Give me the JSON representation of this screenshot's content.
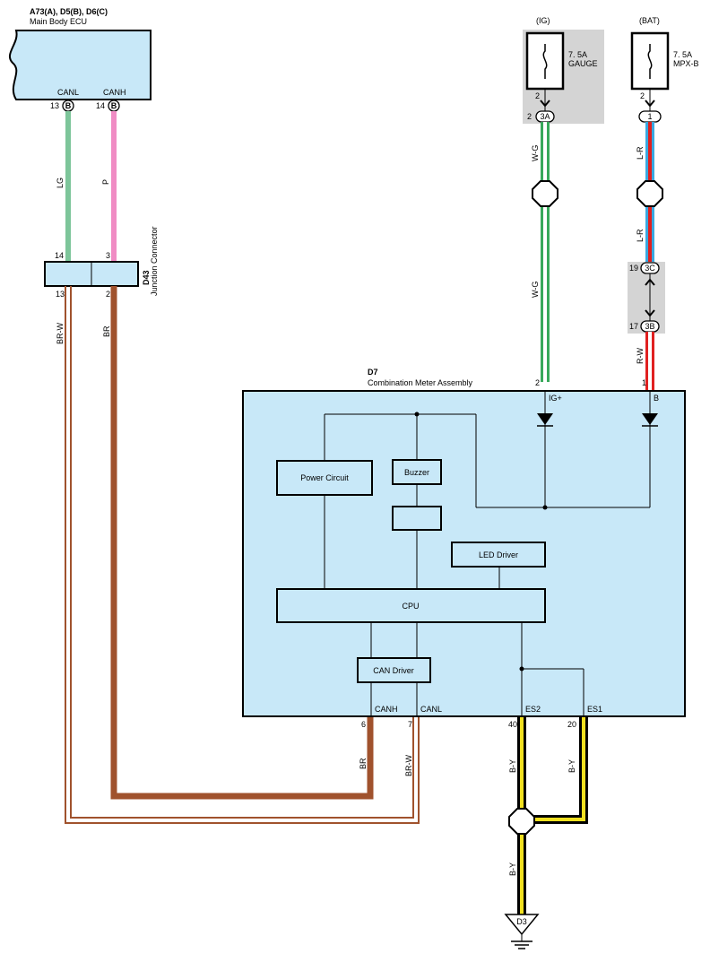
{
  "ecu": {
    "codes": "A73(A), D5(B), D6(C)",
    "name": "Main Body ECU",
    "pins": [
      {
        "name": "CANL",
        "num": "13",
        "conn": "B"
      },
      {
        "name": "CANH",
        "num": "14",
        "conn": "B"
      }
    ]
  },
  "junction": {
    "code": "D43",
    "name": "Junction Connector",
    "pin_in_left": "14",
    "pin_in_right": "3",
    "pin_out_left": "13",
    "pin_out_right": "2"
  },
  "fuses": {
    "ig": {
      "source": "(IG)",
      "rating": "7. 5A",
      "name": "GAUGE",
      "pin": "2",
      "conn_num": "2",
      "conn": "3A"
    },
    "bat": {
      "source": "(BAT)",
      "rating": "7. 5A",
      "name": "MPX-B",
      "pin": "2",
      "conn": "1"
    }
  },
  "wires": {
    "lg": "LG",
    "p": "P",
    "brw_left": "BR-W",
    "br_left": "BR",
    "wg_top": "W-G",
    "wg_bottom": "W-G",
    "lr_top": "L-R",
    "lr_bottom": "L-R",
    "rw": "R-W",
    "br_bottom": "BR",
    "brw_bottom": "BR-W",
    "by_left": "B-Y",
    "by_right": "B-Y",
    "by_bottom": "B-Y"
  },
  "bat_connectors": [
    {
      "num": "19",
      "conn": "3C"
    },
    {
      "num": "17",
      "conn": "3B"
    }
  ],
  "meter": {
    "code": "D7",
    "name": "Combination Meter Assembly",
    "top_pins": [
      {
        "num": "2",
        "name": "IG+"
      },
      {
        "num": "1",
        "name": "B"
      }
    ],
    "bottom_pins": [
      {
        "num": "6",
        "name": "CANH"
      },
      {
        "num": "7",
        "name": "CANL"
      },
      {
        "num": "40",
        "name": "ES2"
      },
      {
        "num": "20",
        "name": "ES1"
      }
    ],
    "blocks": {
      "power_circuit": "Power Circuit",
      "buzzer": "Buzzer",
      "led_driver": "LED Driver",
      "cpu": "CPU",
      "can_driver": "CAN Driver"
    }
  },
  "ground": "D3",
  "colors": {
    "lg": "#7dc59a",
    "p": "#f08cc4",
    "br": "#a0522d",
    "green": "#38a85a",
    "blue": "#3aa8e0",
    "red": "#e02020",
    "yellow": "#f0e020",
    "box_fill": "#c8e8f8",
    "gray": "#d4d4d4"
  }
}
